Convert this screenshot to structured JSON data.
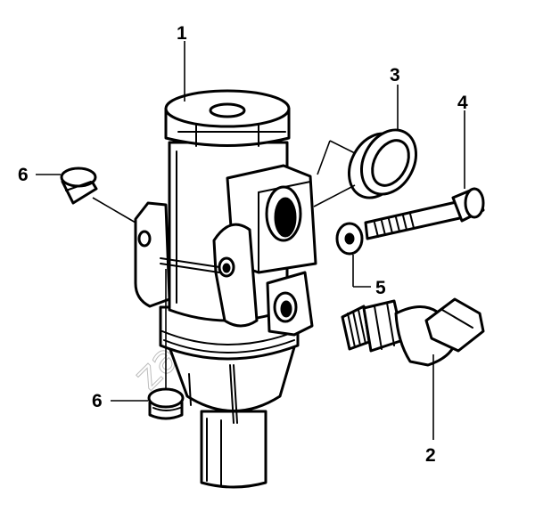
{
  "diagram": {
    "callouts": [
      {
        "id": "1",
        "label": "1"
      },
      {
        "id": "2",
        "label": "2"
      },
      {
        "id": "3",
        "label": "3"
      },
      {
        "id": "4",
        "label": "4"
      },
      {
        "id": "5",
        "label": "5"
      },
      {
        "id": "6a",
        "label": "6"
      },
      {
        "id": "6b",
        "label": "6"
      }
    ],
    "watermark": "zapravim.ru",
    "colors": {
      "ink": "#000000",
      "background": "#ffffff",
      "watermark": "#bdbdbd"
    }
  }
}
